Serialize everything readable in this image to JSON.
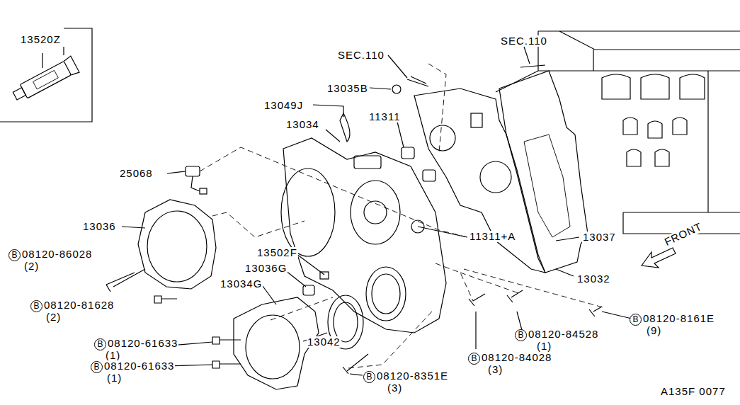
{
  "diagram": {
    "labels": [
      "13520Z",
      "SEC.110",
      "SEC.110",
      "13035B",
      "13049J",
      "11311",
      "13034",
      "25068",
      "13036",
      "B",
      "08120-86028",
      "(2)",
      "13502F",
      "13036G",
      "13034G",
      "B",
      "08120-81628",
      "(2)",
      "11311+A",
      "13037",
      "FRONT",
      "13032",
      "B",
      "08120-61633",
      "(1)",
      "B",
      "08120-61633",
      "(1)",
      "13042",
      "B",
      "08120-84528",
      "(1)",
      "B",
      "08120-8161E",
      "(9)",
      "B",
      "08120-84028",
      "(3)",
      "B",
      "08120-8351E",
      "(3)",
      "A135F 0077"
    ]
  }
}
